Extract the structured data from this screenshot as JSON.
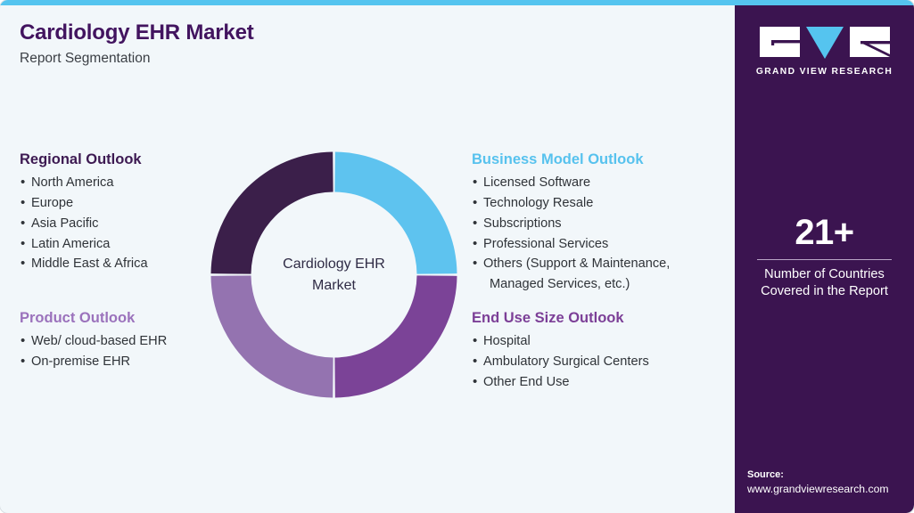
{
  "theme": {
    "background": "#f2f7fa",
    "accent_strip": "#55c4ef",
    "panel_bg": "#3b1450",
    "title_color": "#42145f",
    "donut_colors": [
      "#5ec3ef",
      "#7b4397",
      "#9473b0",
      "#3b1f4a"
    ]
  },
  "header": {
    "title": "Cardiology EHR Market",
    "subtitle": "Report Segmentation"
  },
  "regional_outlook": {
    "heading": "Regional Outlook",
    "items": [
      "North America",
      "Europe",
      "Asia Pacific",
      "Latin America",
      "Middle East & Africa"
    ]
  },
  "product_outlook": {
    "heading": "Product Outlook",
    "items": [
      "Web/ cloud-based EHR",
      "On-premise EHR"
    ]
  },
  "business_model_outlook": {
    "heading": "Business Model Outlook",
    "items": [
      "Licensed Software",
      "Technology Resale",
      "Subscriptions",
      "Professional Services",
      "Others (Support & Maintenance,"
    ],
    "last_item_continuation": "Managed Services, etc.)"
  },
  "end_use_outlook": {
    "heading": "End Use Size Outlook",
    "items": [
      "Hospital",
      "Ambulatory Surgical Centers",
      "Other End Use"
    ]
  },
  "chart_data": {
    "type": "pie",
    "title": "Cardiology EHR Market",
    "center_label_line1": "Cardiology EHR",
    "center_label_line2": "Market",
    "categories": [
      "Business Model Outlook",
      "End Use Size Outlook",
      "Product Outlook",
      "Regional Outlook"
    ],
    "values": [
      25,
      25,
      25,
      25
    ],
    "colors": [
      "#5ec3ef",
      "#7b4397",
      "#9473b0",
      "#3b1f4a"
    ],
    "donut": true,
    "legend": "none",
    "grid": false
  },
  "brand": {
    "logo_icon": "gvr-logo",
    "wordmark": "GRAND VIEW RESEARCH"
  },
  "stat": {
    "value": "21+",
    "caption_line1": "Number of Countries",
    "caption_line2": "Covered in the Report"
  },
  "source": {
    "label": "Source:",
    "url": "www.grandviewresearch.com"
  }
}
